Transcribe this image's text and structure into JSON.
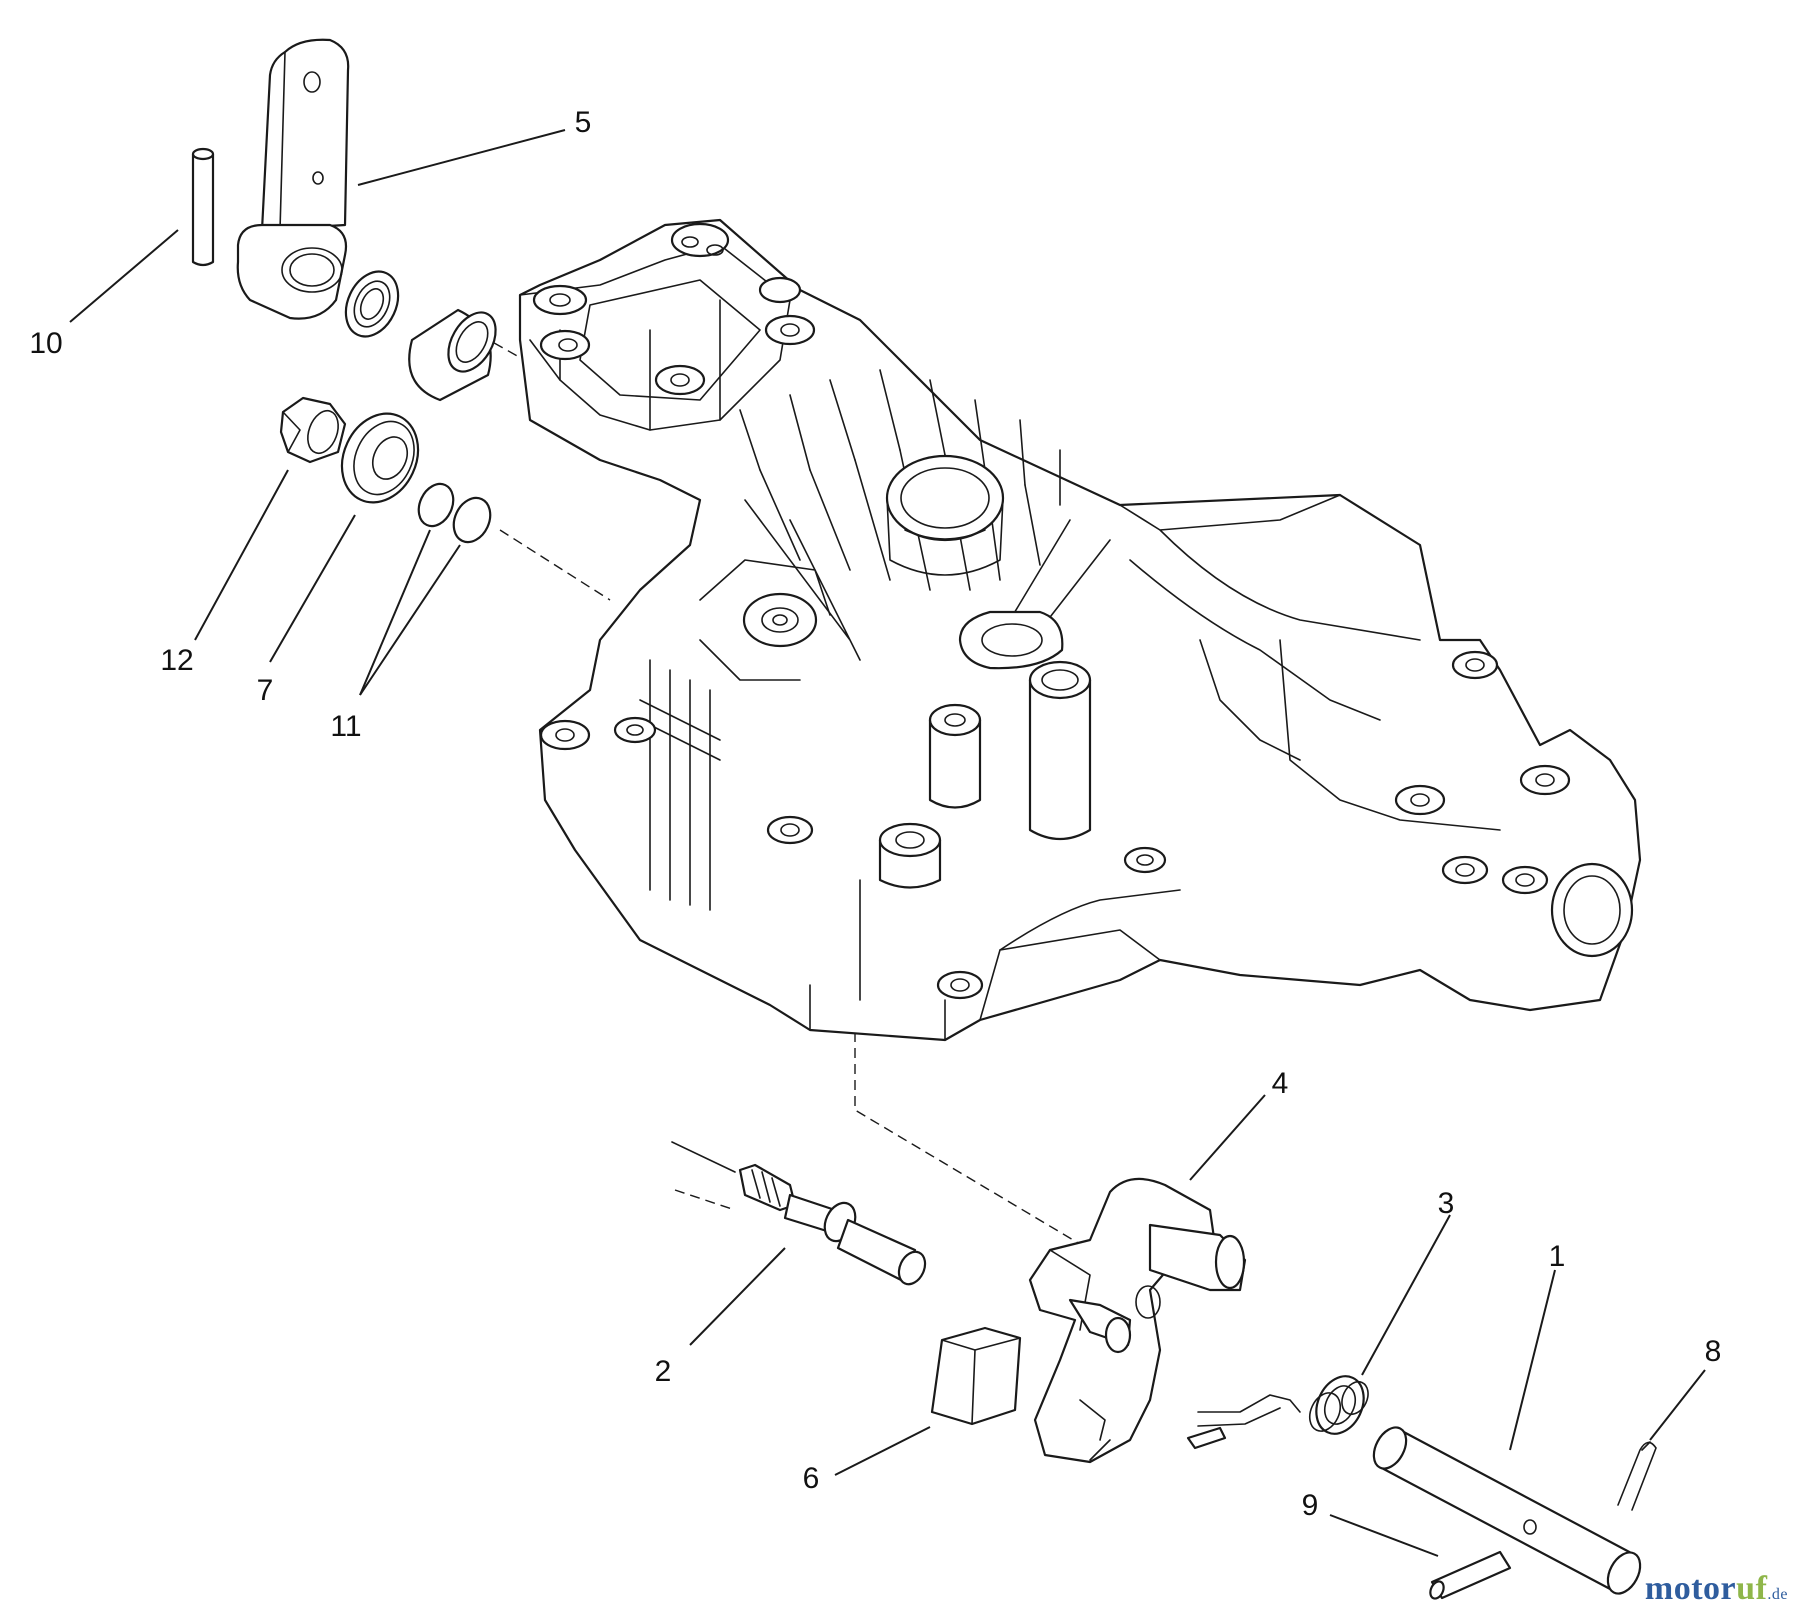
{
  "diagram": {
    "callouts": {
      "c1": "1",
      "c2": "2",
      "c3": "3",
      "c4": "4",
      "c5": "5",
      "c6": "6",
      "c7": "7",
      "c8": "8",
      "c9": "9",
      "c10": "10",
      "c11": "11",
      "c12": "12"
    }
  },
  "watermark": {
    "part1": "motor",
    "part2": "uf",
    "suffix": ".de"
  },
  "colors": {
    "line": "#1a1a1a",
    "background": "#ffffff",
    "watermark_blue": "#2f5d9e",
    "watermark_green": "#8fb64a"
  }
}
